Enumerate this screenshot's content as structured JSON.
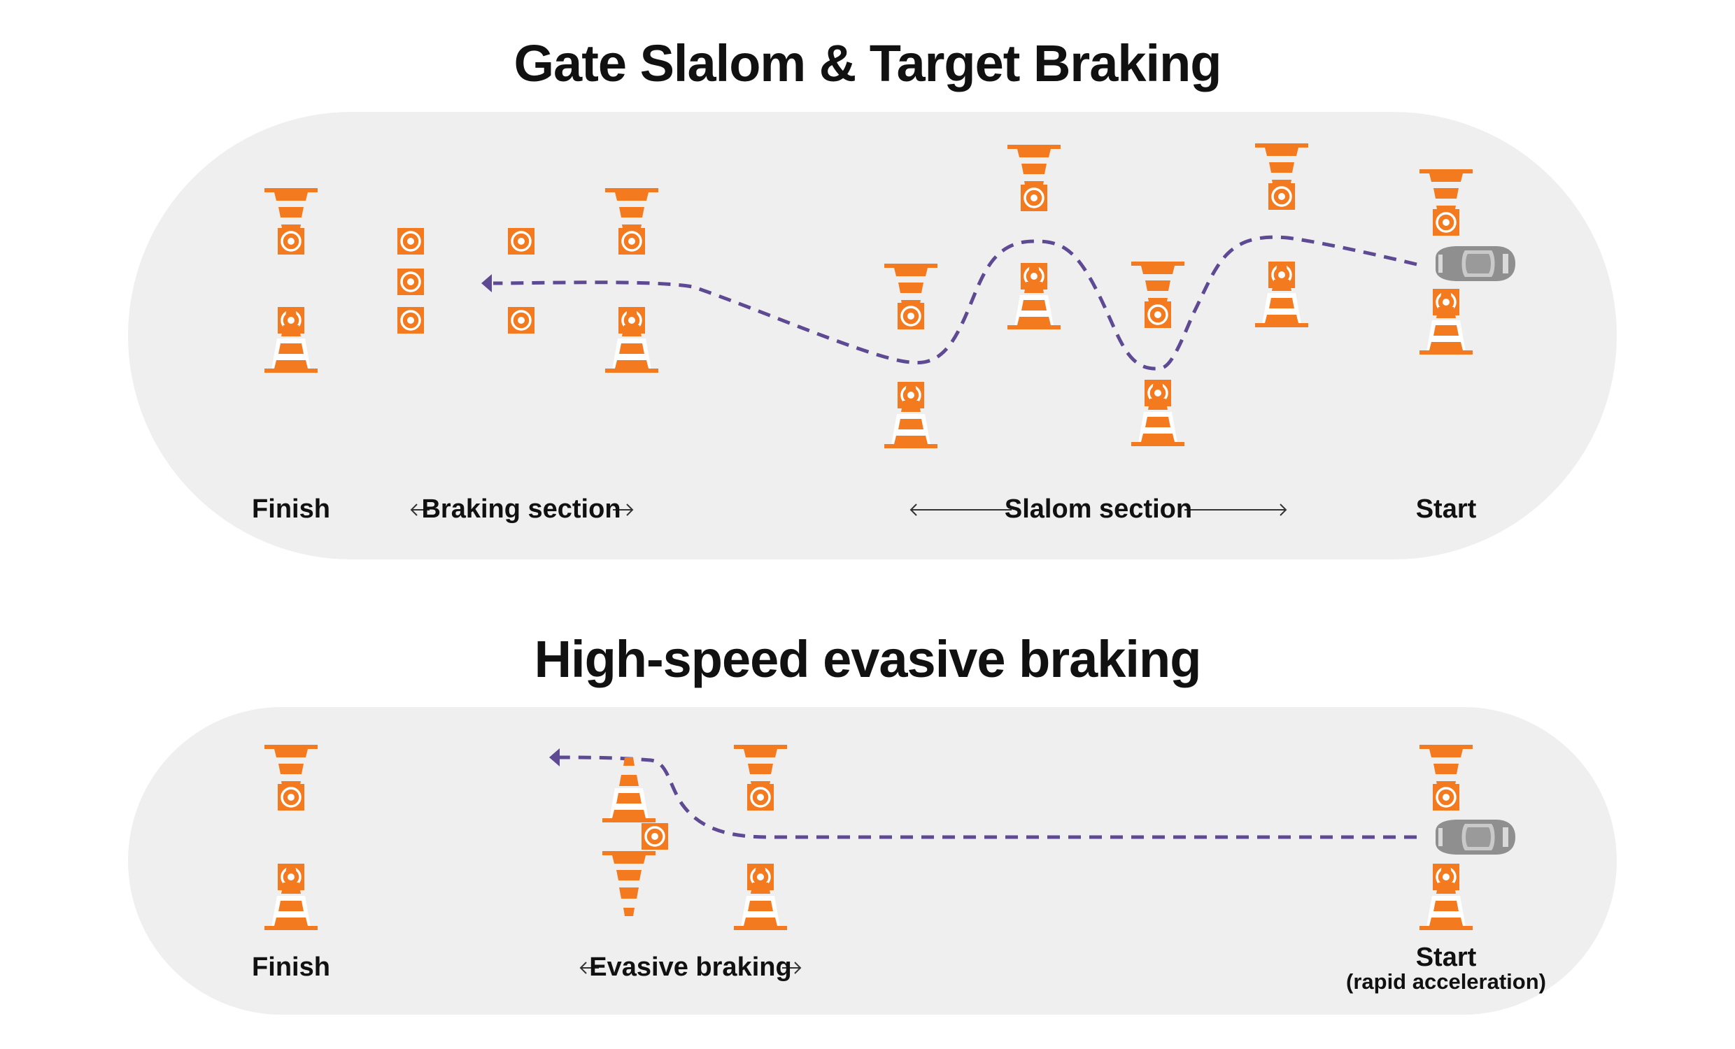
{
  "diagram1": {
    "title": "Gate Slalom & Target Braking",
    "labels": {
      "finish": "Finish",
      "braking_section": "Braking section",
      "slalom_section": "Slalom section",
      "start": "Start"
    }
  },
  "diagram2": {
    "title": "High-speed evasive braking",
    "labels": {
      "finish": "Finish",
      "evasive_braking": "Evasive braking",
      "start": "Start",
      "start_note": "(rapid acceleration)"
    }
  },
  "colors": {
    "cone": "#f47a1f",
    "path": "#5e4a93",
    "track": "#efefef",
    "car": "#8f8f8f",
    "arrow": "#333333"
  },
  "icons": [
    "traffic-cone-icon",
    "target-marker-icon",
    "car-icon",
    "path-arrow-icon"
  ]
}
